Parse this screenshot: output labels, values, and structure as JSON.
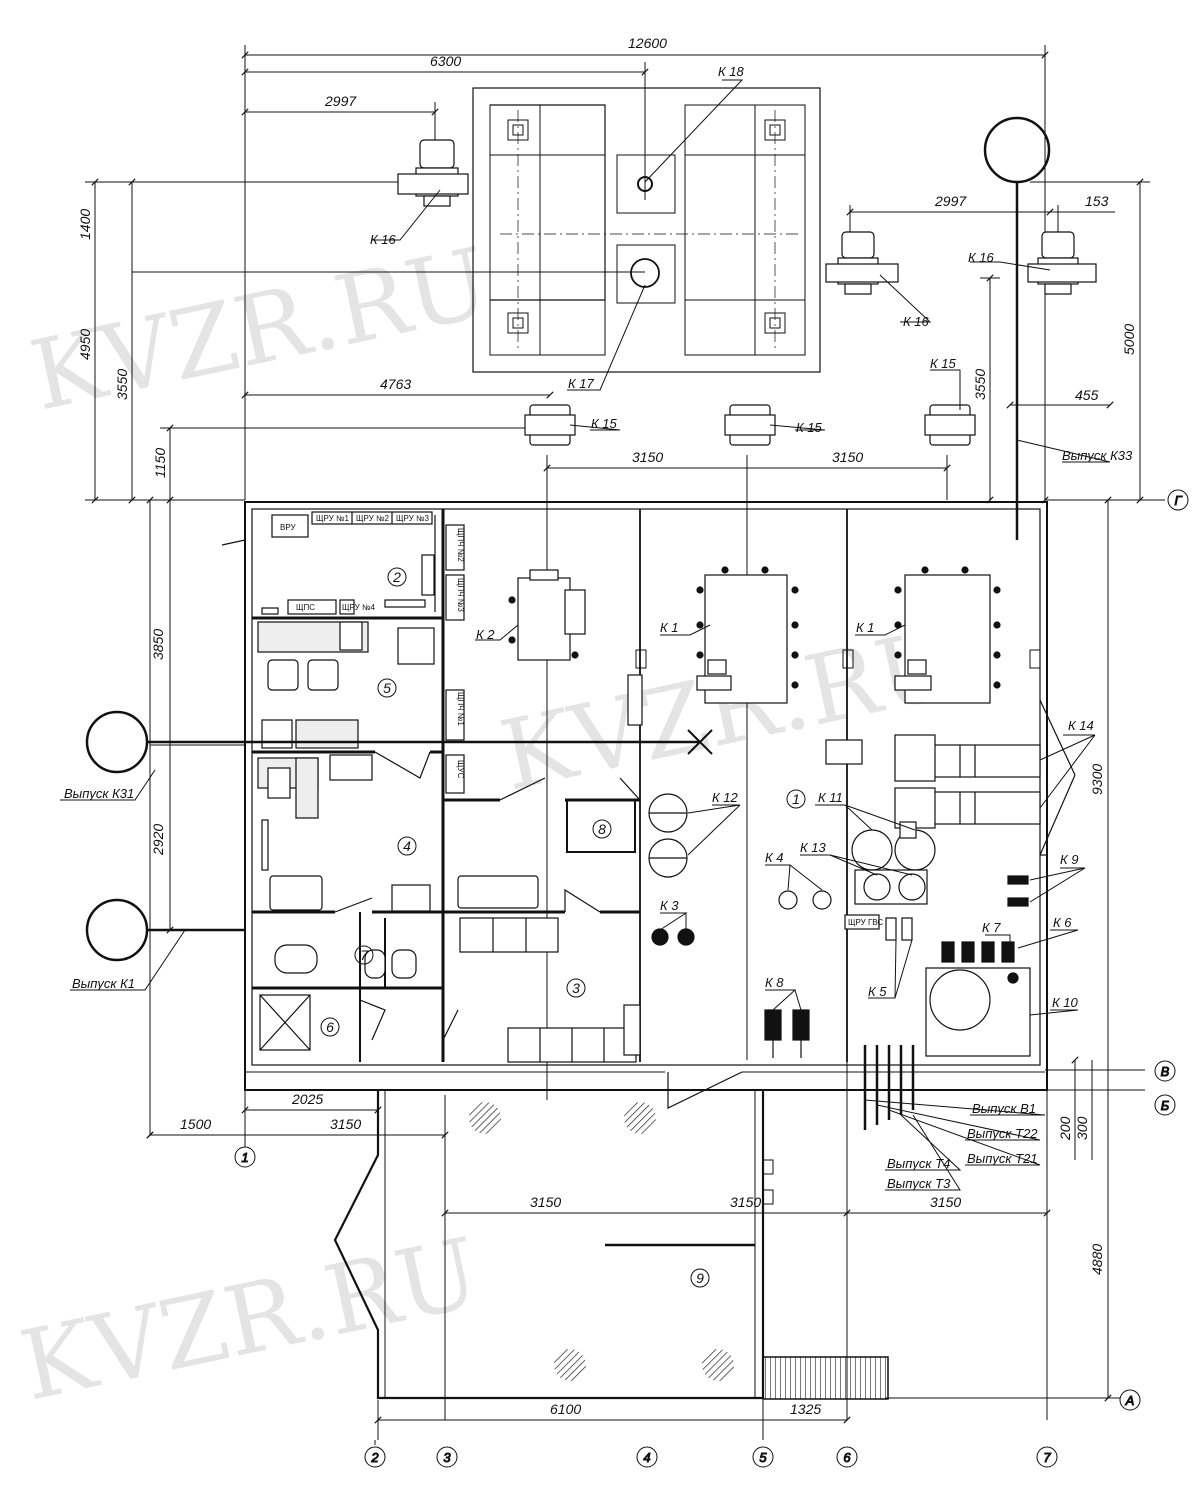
{
  "watermark": "KVZR.RU",
  "dimensions": {
    "d12600": "12600",
    "d6300": "6300",
    "d2997a": "2997",
    "d2997b": "2997",
    "d153": "153",
    "d1400": "1400",
    "d4950": "4950",
    "d3550a": "3550",
    "d3550b": "3550",
    "d1150": "1150",
    "d5000": "5000",
    "d4763": "4763",
    "d455": "455",
    "d3150a": "3150",
    "d3150b": "3150",
    "d3850": "3850",
    "d2920": "2920",
    "d9300": "9300",
    "d1500": "1500",
    "d2025": "2025",
    "d3150c": "3150",
    "d3150d": "3150",
    "d3150e": "3150",
    "d3150f": "3150",
    "d200": "200",
    "d300": "300",
    "d4880": "4880",
    "d6100": "6100",
    "d1325": "1325"
  },
  "equipment_labels": {
    "k18": "К 18",
    "k17": "К 17",
    "k16a": "К 16",
    "k16b": "К 16",
    "k16c": "К 16",
    "k15a": "К 15",
    "k15b": "К 15",
    "k15c": "К 15",
    "k2": "К 2",
    "k1a": "К 1",
    "k1b": "К 1",
    "k14": "К 14",
    "k12": "К 12",
    "k11": "К 11",
    "k13": "К 13",
    "k4": "К 4",
    "k3": "К 3",
    "k9": "К 9",
    "k7": "К 7",
    "k6": "К 6",
    "k8": "К 8",
    "k5": "К 5",
    "k10": "К 10"
  },
  "outlets": {
    "k33": "Выпуск К33",
    "k31": "Выпуск К31",
    "k1": "Выпуск К1",
    "v1": "Выпуск В1",
    "t22": "Выпуск Т22",
    "t21": "Выпуск Т21",
    "t4": "Выпуск Т4",
    "t3": "Выпуск Т3"
  },
  "panels": {
    "vru": "ВРУ",
    "shru1": "ЩРУ №1",
    "shru2": "ЩРУ №2",
    "shru3": "ЩРУ №3",
    "shps": "ЩПС",
    "shru4": "ЩРУ №4",
    "shptch2": "ЩПЧ №2",
    "shptch3": "ЩПЧ №3",
    "shptch1": "ЩПЧ №1",
    "shus": "ЩУС",
    "shrugvs": "ЩРУ ГВС"
  },
  "rooms": [
    "1",
    "2",
    "3",
    "4",
    "5",
    "6",
    "7",
    "8",
    "9"
  ],
  "axes": {
    "a1": "1",
    "a2": "2",
    "a3": "3",
    "a4": "4",
    "a5": "5",
    "a6": "6",
    "a7": "7",
    "aA": "А",
    "aB": "Б",
    "aV": "В",
    "aG": "Г"
  }
}
